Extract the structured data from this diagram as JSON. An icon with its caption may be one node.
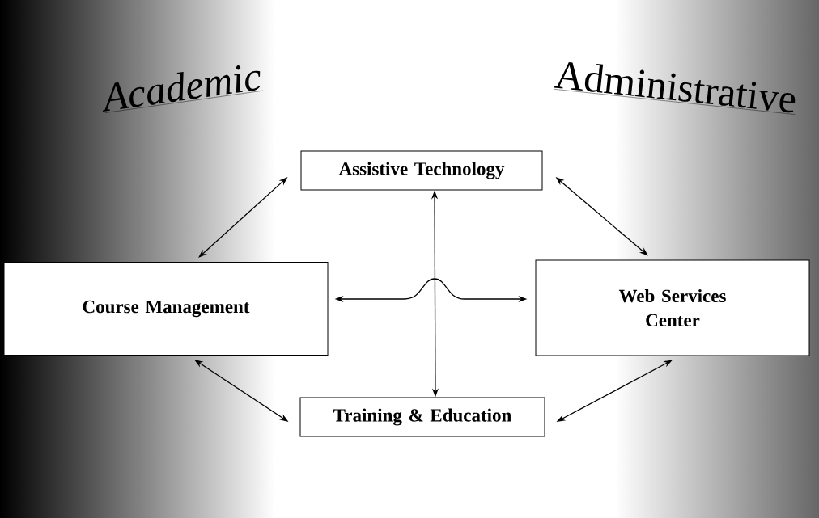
{
  "diagram": {
    "nodes": [
      {
        "text": [
          "Assistive Technology"
        ]
      },
      {
        "text": [
          "Course Management"
        ]
      },
      {
        "text": [
          "Web Services Center"
        ]
      },
      {
        "text": [
          "Training & Education"
        ]
      }
    ],
    "edges": [
      {
        "from": 0,
        "to": 1,
        "arrow": "both"
      },
      {
        "from": 0,
        "to": 2,
        "arrow": "both"
      },
      {
        "from": 1,
        "to": 2,
        "arrow": "both"
      },
      {
        "from": 0,
        "to": 3,
        "arrow": "both"
      },
      {
        "from": 1,
        "to": 3,
        "arrow": "both"
      },
      {
        "from": 2,
        "to": 3,
        "arrow": "both"
      }
    ],
    "labels": [
      "Academic",
      "Administrative"
    ]
  }
}
